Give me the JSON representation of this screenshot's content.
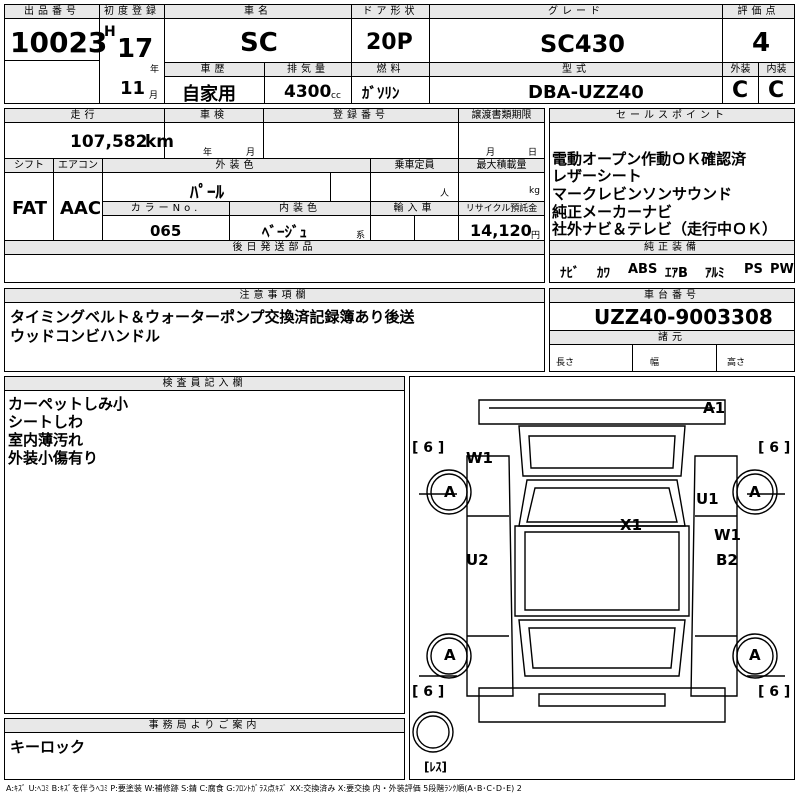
{
  "lot": {
    "label": "出品番号",
    "value": "10023"
  },
  "first_reg": {
    "label": "初度登録",
    "era": "H",
    "year": "17",
    "year_unit": "年",
    "month": "11",
    "month_unit": "月"
  },
  "car_name": {
    "label": "車名",
    "value": "SC"
  },
  "door": {
    "label": "ドア形状",
    "value": "20P"
  },
  "grade": {
    "label": "グレード",
    "value": "SC430"
  },
  "score": {
    "label": "評価点",
    "value": "4"
  },
  "history": {
    "label": "車歴",
    "value": "自家用"
  },
  "displacement": {
    "label": "排気量",
    "value": "4300",
    "unit": "cc"
  },
  "fuel": {
    "label": "燃料",
    "value": "ｶﾞｿﾘﾝ"
  },
  "model": {
    "label": "型式",
    "value": "DBA-UZZ40"
  },
  "ext_grade": {
    "label": "外装",
    "value": "C"
  },
  "int_grade": {
    "label": "内装",
    "value": "C"
  },
  "mileage": {
    "label": "走行",
    "value": "107,582",
    "unit": "km"
  },
  "inspection": {
    "label": "車検",
    "year_unit": "年",
    "month_unit": "月"
  },
  "reg_number": {
    "label": "登録番号"
  },
  "transfer": {
    "label": "譲渡書類期限",
    "month_unit": "月",
    "day_unit": "日"
  },
  "shift": {
    "label": "シフト",
    "value": "FAT"
  },
  "aircon": {
    "label": "エアコン",
    "value": "AAC"
  },
  "ext_color": {
    "label": "外装色",
    "value": "ﾊﾟｰﾙ"
  },
  "capacity": {
    "label": "乗車定員",
    "unit": "人"
  },
  "max_load": {
    "label": "最大積載量",
    "unit": "kg"
  },
  "color_no": {
    "label": "カラーNo.",
    "value": "065"
  },
  "int_color": {
    "label": "内装色",
    "value": "ﾍﾞｰｼﾞｭ",
    "suffix": "系"
  },
  "import": {
    "label": "輸入車"
  },
  "recycle": {
    "label": "リサイクル預託金",
    "value": "14,120",
    "unit": "円"
  },
  "later_parts": {
    "label": "後日発送部品"
  },
  "sales_points": {
    "label": "セールスポイント",
    "lines": [
      "電動オープン作動ＯＫ確認済",
      "レザーシート",
      "マークレビンソンサウンド",
      "純正メーカーナビ",
      "社外ナビ＆テレビ（走行中ＯＫ）"
    ]
  },
  "equipment": {
    "label": "純正装備",
    "items": [
      "ﾅﾋﾞ",
      "ｶﾜ",
      "ABS",
      "ｴｱB",
      "ｱﾙﾐ",
      "PS",
      "PW"
    ]
  },
  "notes": {
    "label": "注意事項欄",
    "lines": [
      "タイミングベルト＆ウォーターポンプ交換済記録簿あり後送",
      "ウッドコンビハンドル"
    ]
  },
  "chassis": {
    "label": "車台番号",
    "value": "UZZ40-9003308"
  },
  "specs": {
    "label": "諸元",
    "length": "長さ",
    "width": "幅",
    "height": "高さ"
  },
  "inspector": {
    "label": "検査員記入欄",
    "lines": [
      "カーペットしみ小",
      "シートしわ",
      "室内薄汚れ",
      "外装小傷有り"
    ]
  },
  "office": {
    "label": "事務局よりご案内",
    "value": "キーロック"
  },
  "diagram": {
    "marks": [
      "A1",
      "W1",
      "U1",
      "X1",
      "W1",
      "B2",
      "U2"
    ],
    "tire_marks": [
      "[ 6 ]",
      "[ 6 ]",
      "[ 6 ]",
      "[ 6 ]"
    ],
    "wheel_letter": "A",
    "spare_label": "[ﾚｽ]"
  },
  "legend": "A:ｷｽﾞ U:ﾍｺﾐ B:ｷｽﾞを伴うﾍｺﾐ P:要塗装 W:補修跡 S:錆 C:腐食 G:ﾌﾛﾝﾄｶﾞﾗｽ点ｷｽﾞ XX:交換済み X:要交換  内・外装評価 5段階ﾗﾝｸ順(A･B･C･D･E) 2"
}
